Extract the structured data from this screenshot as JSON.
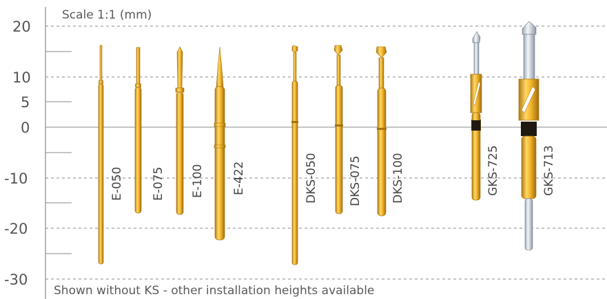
{
  "scale_label": "Scale 1:1 (mm)",
  "footnote": "Shown without KS - other installation heights available",
  "axis": {
    "ticks": [
      "20",
      "10",
      "5",
      "0",
      "-10",
      "-20",
      "-30"
    ]
  },
  "colors": {
    "gold": "#f3b52b",
    "gold_dark": "#a27312",
    "steel": "#d7dee7",
    "grid": "#8a8a8a"
  },
  "probes": [
    {
      "name": "E-050",
      "top_mm": 16,
      "bottom_mm": -27,
      "head": "needle"
    },
    {
      "name": "E-075",
      "top_mm": 16,
      "bottom_mm": -17,
      "head": "needle"
    },
    {
      "name": "E-100",
      "top_mm": 16,
      "bottom_mm": -17,
      "head": "spear"
    },
    {
      "name": "E-422",
      "top_mm": 16,
      "bottom_mm": -22,
      "head": "cone"
    },
    {
      "name": "DKS-050",
      "top_mm": 16,
      "bottom_mm": -27,
      "head": "crown"
    },
    {
      "name": "DKS-075",
      "top_mm": 16,
      "bottom_mm": -17,
      "head": "crown"
    },
    {
      "name": "DKS-100",
      "top_mm": 16,
      "bottom_mm": -17,
      "head": "crown"
    },
    {
      "name": "GKS-725",
      "top_mm": 19,
      "bottom_mm": -14,
      "head": "steel"
    },
    {
      "name": "GKS-713",
      "top_mm": 21,
      "bottom_mm": -24,
      "head": "steel"
    }
  ]
}
